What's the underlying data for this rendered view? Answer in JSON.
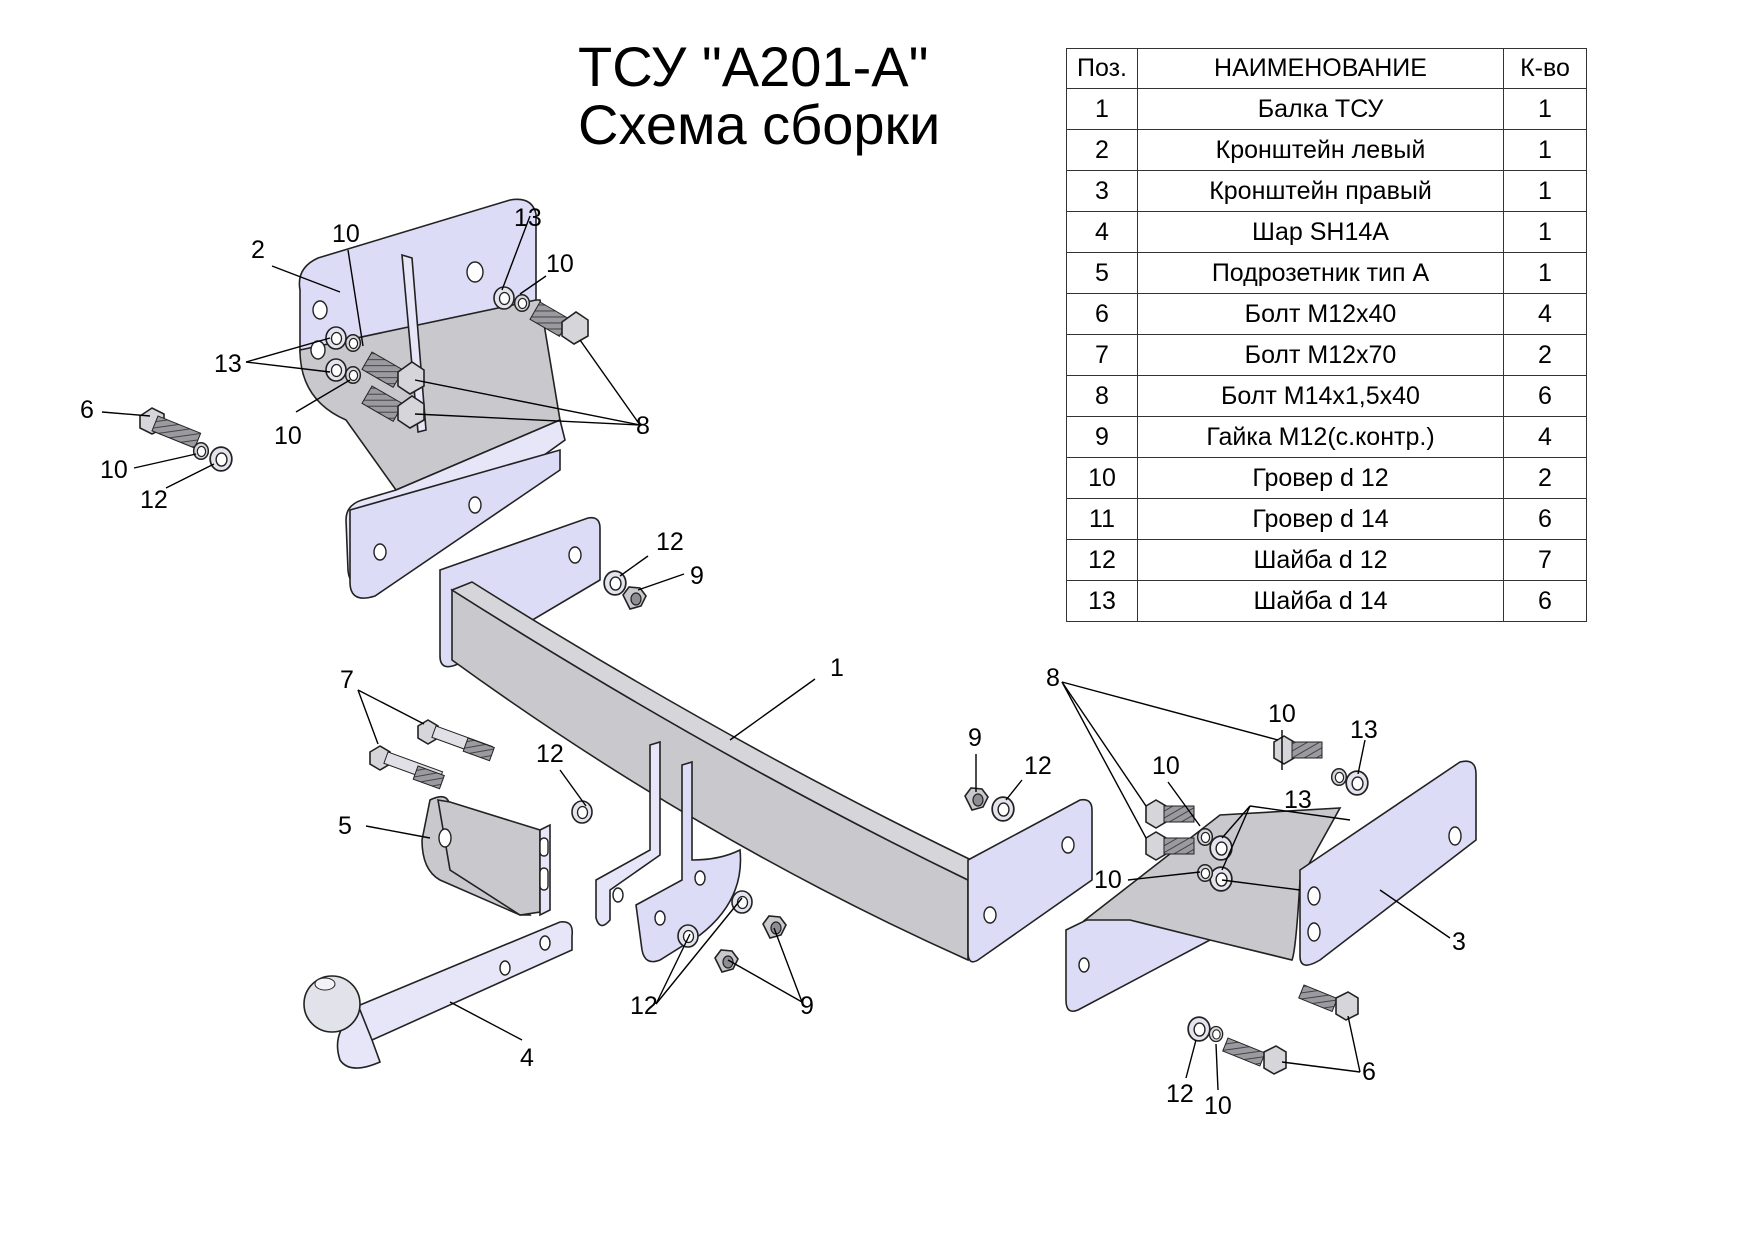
{
  "title": {
    "line1": "ТСУ \"А201-А\"",
    "line2": "Схема сборки"
  },
  "parts_table": {
    "headers": {
      "pos": "Поз.",
      "name": "НАИМЕНОВАНИЕ",
      "qty": "К-во"
    },
    "rows": [
      {
        "pos": "1",
        "name": "Балка ТСУ",
        "qty": "1"
      },
      {
        "pos": "2",
        "name": "Кронштейн левый",
        "qty": "1"
      },
      {
        "pos": "3",
        "name": "Кронштейн правый",
        "qty": "1"
      },
      {
        "pos": "4",
        "name": "Шар SH14A",
        "qty": "1"
      },
      {
        "pos": "5",
        "name": "Подрозетник тип А",
        "qty": "1"
      },
      {
        "pos": "6",
        "name": "Болт М12х40",
        "qty": "4"
      },
      {
        "pos": "7",
        "name": "Болт М12х70",
        "qty": "2"
      },
      {
        "pos": "8",
        "name": "Болт М14х1,5х40",
        "qty": "6"
      },
      {
        "pos": "9",
        "name": "Гайка М12(с.контр.)",
        "qty": "4"
      },
      {
        "pos": "10",
        "name": "Гровер d 12",
        "qty": "2"
      },
      {
        "pos": "11",
        "name": "Гровер d 14",
        "qty": "6"
      },
      {
        "pos": "12",
        "name": "Шайба d 12",
        "qty": "7"
      },
      {
        "pos": "13",
        "name": "Шайба d 14",
        "qty": "6"
      }
    ]
  },
  "callouts": {
    "left_bracket": {
      "l2": "2",
      "l10a": "10",
      "l13a": "13",
      "l10b": "10",
      "l13b": "13",
      "l10c": "10",
      "l8": "8",
      "l6": "6",
      "l10d": "10",
      "l12": "12"
    },
    "beam": {
      "l12": "12",
      "l9": "9",
      "l1": "1",
      "l9b": "9",
      "l12b": "12"
    },
    "socket_ball": {
      "l7": "7",
      "l5": "5",
      "l12": "12",
      "l4": "4",
      "l12b": "12",
      "l9": "9"
    },
    "right_bracket": {
      "l8": "8",
      "l10a": "10",
      "l13a": "13",
      "l10b": "10",
      "l13b": "13",
      "l10c": "10",
      "l3": "3",
      "l6": "6",
      "l12": "12",
      "l10d": "10"
    }
  },
  "colors": {
    "plate_face": "#dcdcf6",
    "metal_face": "#c9c9cd",
    "line": "#222222"
  }
}
